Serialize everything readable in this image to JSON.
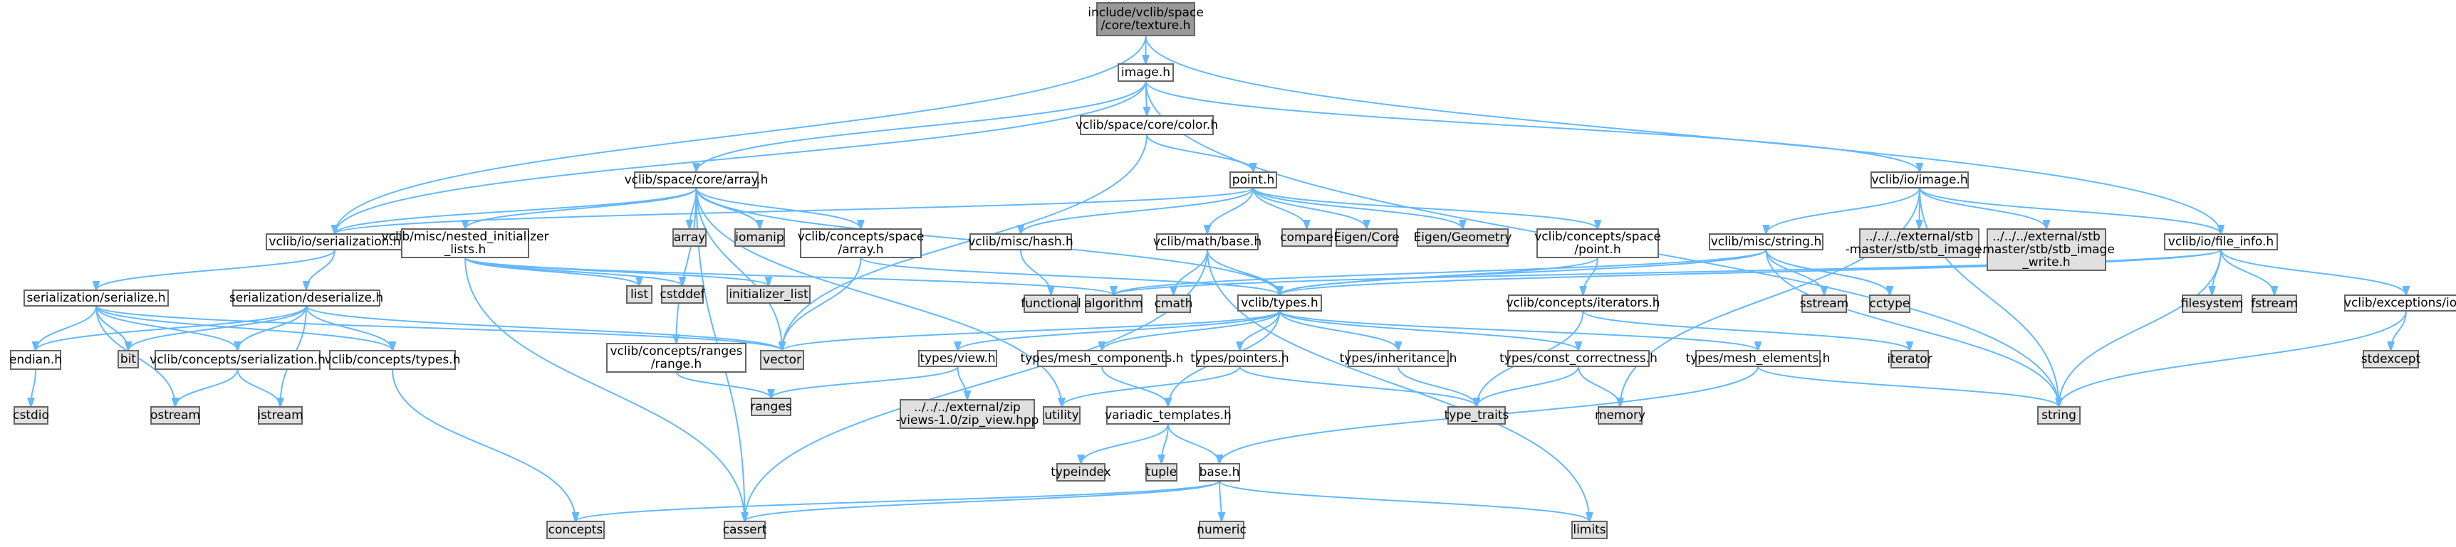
{
  "colors": {
    "edge": "#63b8ff",
    "node_border": "#666666",
    "node_fill": "#ffffff",
    "external_fill": "#e0e0e0",
    "root_fill": "#999999"
  },
  "nodes": [
    {
      "id": "texture",
      "lines": [
        "include/vclib/space",
        "/core/texture.h"
      ],
      "kind": "root"
    },
    {
      "id": "image_h",
      "lines": [
        "image.h"
      ],
      "kind": "doc"
    },
    {
      "id": "color_h",
      "lines": [
        "vclib/space/core/color.h"
      ],
      "kind": "doc"
    },
    {
      "id": "array_h",
      "lines": [
        "vclib/space/core/array.h"
      ],
      "kind": "doc"
    },
    {
      "id": "point_h",
      "lines": [
        "point.h"
      ],
      "kind": "doc"
    },
    {
      "id": "io_image",
      "lines": [
        "vclib/io/image.h"
      ],
      "kind": "doc"
    },
    {
      "id": "io_serial",
      "lines": [
        "vclib/io/serialization.h"
      ],
      "kind": "doc"
    },
    {
      "id": "nested",
      "lines": [
        "vclib/misc/nested_initializer",
        "_lists.h"
      ],
      "kind": "doc"
    },
    {
      "id": "ext_array",
      "lines": [
        "array"
      ],
      "kind": "ext"
    },
    {
      "id": "ext_iomanip",
      "lines": [
        "iomanip"
      ],
      "kind": "ext"
    },
    {
      "id": "conc_sparray",
      "lines": [
        "vclib/concepts/space",
        "/array.h"
      ],
      "kind": "doc"
    },
    {
      "id": "misc_hash",
      "lines": [
        "vclib/misc/hash.h"
      ],
      "kind": "doc"
    },
    {
      "id": "math_base",
      "lines": [
        "vclib/math/base.h"
      ],
      "kind": "doc"
    },
    {
      "id": "ext_compare",
      "lines": [
        "compare"
      ],
      "kind": "ext"
    },
    {
      "id": "ext_eigencore",
      "lines": [
        "Eigen/Core"
      ],
      "kind": "ext"
    },
    {
      "id": "ext_eigengeom",
      "lines": [
        "Eigen/Geometry"
      ],
      "kind": "ext"
    },
    {
      "id": "conc_sppoint",
      "lines": [
        "vclib/concepts/space",
        "/point.h"
      ],
      "kind": "doc"
    },
    {
      "id": "misc_string",
      "lines": [
        "vclib/misc/string.h"
      ],
      "kind": "doc"
    },
    {
      "id": "ext_stbimg",
      "lines": [
        "../../../external/stb",
        "-master/stb/stb_image.h"
      ],
      "kind": "ext"
    },
    {
      "id": "ext_stbwrite",
      "lines": [
        "../../../external/stb",
        "-master/stb/stb_image",
        "_write.h"
      ],
      "kind": "ext"
    },
    {
      "id": "io_fileinfo",
      "lines": [
        "vclib/io/file_info.h"
      ],
      "kind": "doc"
    },
    {
      "id": "ser_serialize",
      "lines": [
        "serialization/serialize.h"
      ],
      "kind": "doc"
    },
    {
      "id": "ser_deserialize",
      "lines": [
        "serialization/deserialize.h"
      ],
      "kind": "doc"
    },
    {
      "id": "ext_list",
      "lines": [
        "list"
      ],
      "kind": "ext"
    },
    {
      "id": "ext_cstddef",
      "lines": [
        "cstddef"
      ],
      "kind": "ext"
    },
    {
      "id": "ext_initlist",
      "lines": [
        "initializer_list"
      ],
      "kind": "ext"
    },
    {
      "id": "ext_functional",
      "lines": [
        "functional"
      ],
      "kind": "ext"
    },
    {
      "id": "ext_algorithm",
      "lines": [
        "algorithm"
      ],
      "kind": "ext"
    },
    {
      "id": "ext_cmath",
      "lines": [
        "cmath"
      ],
      "kind": "ext"
    },
    {
      "id": "vclib_types",
      "lines": [
        "vclib/types.h"
      ],
      "kind": "doc"
    },
    {
      "id": "conc_iterators",
      "lines": [
        "vclib/concepts/iterators.h"
      ],
      "kind": "doc"
    },
    {
      "id": "ext_sstream",
      "lines": [
        "sstream"
      ],
      "kind": "ext"
    },
    {
      "id": "ext_cctype",
      "lines": [
        "cctype"
      ],
      "kind": "ext"
    },
    {
      "id": "ext_filesystem",
      "lines": [
        "filesystem"
      ],
      "kind": "ext"
    },
    {
      "id": "ext_fstream",
      "lines": [
        "fstream"
      ],
      "kind": "ext"
    },
    {
      "id": "exc_io",
      "lines": [
        "vclib/exceptions/io.h"
      ],
      "kind": "doc"
    },
    {
      "id": "ext_stdexcept",
      "lines": [
        "stdexcept"
      ],
      "kind": "ext"
    },
    {
      "id": "endian_h",
      "lines": [
        "endian.h"
      ],
      "kind": "doc"
    },
    {
      "id": "ext_cstdio",
      "lines": [
        "cstdio"
      ],
      "kind": "ext"
    },
    {
      "id": "ext_bit",
      "lines": [
        "bit"
      ],
      "kind": "ext"
    },
    {
      "id": "conc_serial",
      "lines": [
        "vclib/concepts/serialization.h"
      ],
      "kind": "doc"
    },
    {
      "id": "conc_types",
      "lines": [
        "vclib/concepts/types.h"
      ],
      "kind": "doc"
    },
    {
      "id": "ext_ostream",
      "lines": [
        "ostream"
      ],
      "kind": "ext"
    },
    {
      "id": "ext_istream",
      "lines": [
        "istream"
      ],
      "kind": "ext"
    },
    {
      "id": "ext_vector",
      "lines": [
        "vector"
      ],
      "kind": "ext"
    },
    {
      "id": "conc_range",
      "lines": [
        "vclib/concepts/ranges",
        "/range.h"
      ],
      "kind": "doc"
    },
    {
      "id": "ext_ranges",
      "lines": [
        "ranges"
      ],
      "kind": "ext"
    },
    {
      "id": "types_view",
      "lines": [
        "types/view.h"
      ],
      "kind": "doc"
    },
    {
      "id": "ext_zipview",
      "lines": [
        "../../../external/zip",
        "-views-1.0/zip_view.hpp"
      ],
      "kind": "ext"
    },
    {
      "id": "types_meshcomp",
      "lines": [
        "types/mesh_components.h"
      ],
      "kind": "doc"
    },
    {
      "id": "types_pointers",
      "lines": [
        "types/pointers.h"
      ],
      "kind": "doc"
    },
    {
      "id": "types_inherit",
      "lines": [
        "types/inheritance.h"
      ],
      "kind": "doc"
    },
    {
      "id": "types_constcorr",
      "lines": [
        "types/const_correctness.h"
      ],
      "kind": "doc"
    },
    {
      "id": "types_meshelem",
      "lines": [
        "types/mesh_elements.h"
      ],
      "kind": "doc"
    },
    {
      "id": "ext_iterator",
      "lines": [
        "iterator"
      ],
      "kind": "ext"
    },
    {
      "id": "ext_utility",
      "lines": [
        "utility"
      ],
      "kind": "ext"
    },
    {
      "id": "var_templates",
      "lines": [
        "variadic_templates.h"
      ],
      "kind": "doc"
    },
    {
      "id": "ext_typetraits",
      "lines": [
        "type_traits"
      ],
      "kind": "ext"
    },
    {
      "id": "ext_memory",
      "lines": [
        "memory"
      ],
      "kind": "ext"
    },
    {
      "id": "ext_string",
      "lines": [
        "string"
      ],
      "kind": "ext"
    },
    {
      "id": "ext_typeindex",
      "lines": [
        "typeindex"
      ],
      "kind": "ext"
    },
    {
      "id": "ext_tuple",
      "lines": [
        "tuple"
      ],
      "kind": "ext"
    },
    {
      "id": "base_h",
      "lines": [
        "base.h"
      ],
      "kind": "doc"
    },
    {
      "id": "ext_concepts",
      "lines": [
        "concepts"
      ],
      "kind": "ext"
    },
    {
      "id": "ext_cassert",
      "lines": [
        "cassert"
      ],
      "kind": "ext"
    },
    {
      "id": "ext_numeric",
      "lines": [
        "numeric"
      ],
      "kind": "ext"
    },
    {
      "id": "ext_limits",
      "lines": [
        "limits"
      ],
      "kind": "ext"
    }
  ],
  "edges": [
    [
      "texture",
      "image_h"
    ],
    [
      "texture",
      "io_serial"
    ],
    [
      "texture",
      "io_fileinfo"
    ],
    [
      "image_h",
      "color_h"
    ],
    [
      "image_h",
      "array_h"
    ],
    [
      "image_h",
      "io_image"
    ],
    [
      "image_h",
      "io_serial"
    ],
    [
      "image_h",
      "ext_string"
    ],
    [
      "color_h",
      "point_h"
    ],
    [
      "color_h",
      "ext_vector"
    ],
    [
      "array_h",
      "io_serial"
    ],
    [
      "array_h",
      "nested"
    ],
    [
      "array_h",
      "ext_array"
    ],
    [
      "array_h",
      "ext_iomanip"
    ],
    [
      "array_h",
      "conc_sparray"
    ],
    [
      "array_h",
      "conc_range"
    ],
    [
      "array_h",
      "vclib_types"
    ],
    [
      "array_h",
      "ext_vector"
    ],
    [
      "array_h",
      "ext_cassert"
    ],
    [
      "array_h",
      "ext_utility"
    ],
    [
      "point_h",
      "io_serial"
    ],
    [
      "point_h",
      "misc_hash"
    ],
    [
      "point_h",
      "math_base"
    ],
    [
      "point_h",
      "ext_compare"
    ],
    [
      "point_h",
      "ext_eigencore"
    ],
    [
      "point_h",
      "ext_eigengeom"
    ],
    [
      "point_h",
      "conc_sppoint"
    ],
    [
      "io_image",
      "misc_string"
    ],
    [
      "io_image",
      "ext_stbimg"
    ],
    [
      "io_image",
      "ext_stbwrite"
    ],
    [
      "io_image",
      "io_fileinfo"
    ],
    [
      "io_image",
      "ext_memory"
    ],
    [
      "io_image",
      "ext_string"
    ],
    [
      "io_serial",
      "ser_serialize"
    ],
    [
      "io_serial",
      "ser_deserialize"
    ],
    [
      "nested",
      "ext_list"
    ],
    [
      "nested",
      "ext_cstddef"
    ],
    [
      "nested",
      "ext_initlist"
    ],
    [
      "nested",
      "ext_algorithm"
    ],
    [
      "nested",
      "ext_cassert"
    ],
    [
      "conc_sparray",
      "vclib_types"
    ],
    [
      "conc_sparray",
      "ext_vector"
    ],
    [
      "misc_hash",
      "ext_functional"
    ],
    [
      "math_base",
      "vclib_types"
    ],
    [
      "math_base",
      "ext_cmath"
    ],
    [
      "math_base",
      "ext_cassert"
    ],
    [
      "math_base",
      "ext_limits"
    ],
    [
      "conc_sppoint",
      "vclib_types"
    ],
    [
      "conc_sppoint",
      "conc_iterators"
    ],
    [
      "misc_string",
      "vclib_types"
    ],
    [
      "misc_string",
      "ext_sstream"
    ],
    [
      "misc_string",
      "ext_cctype"
    ],
    [
      "misc_string",
      "ext_algorithm"
    ],
    [
      "misc_string",
      "ext_string"
    ],
    [
      "io_fileinfo",
      "vclib_types"
    ],
    [
      "io_fileinfo",
      "ext_filesystem"
    ],
    [
      "io_fileinfo",
      "ext_fstream"
    ],
    [
      "io_fileinfo",
      "exc_io"
    ],
    [
      "io_fileinfo",
      "ext_string"
    ],
    [
      "io_fileinfo",
      "ext_algorithm"
    ],
    [
      "exc_io",
      "ext_stdexcept"
    ],
    [
      "exc_io",
      "ext_string"
    ],
    [
      "ser_serialize",
      "endian_h"
    ],
    [
      "ser_serialize",
      "ext_bit"
    ],
    [
      "ser_serialize",
      "conc_serial"
    ],
    [
      "ser_serialize",
      "conc_types"
    ],
    [
      "ser_serialize",
      "ext_ostream"
    ],
    [
      "ser_serialize",
      "ext_vector"
    ],
    [
      "ser_deserialize",
      "endian_h"
    ],
    [
      "ser_deserialize",
      "ext_bit"
    ],
    [
      "ser_deserialize",
      "conc_serial"
    ],
    [
      "ser_deserialize",
      "conc_types"
    ],
    [
      "ser_deserialize",
      "ext_istream"
    ],
    [
      "ser_deserialize",
      "ext_vector"
    ],
    [
      "endian_h",
      "ext_cstdio"
    ],
    [
      "conc_serial",
      "ext_ostream"
    ],
    [
      "conc_serial",
      "ext_istream"
    ],
    [
      "conc_types",
      "ext_concepts"
    ],
    [
      "conc_range",
      "ext_ranges"
    ],
    [
      "conc_iterators",
      "ext_iterator"
    ],
    [
      "conc_iterators",
      "ext_typetraits"
    ],
    [
      "vclib_types",
      "ext_vector"
    ],
    [
      "vclib_types",
      "types_view"
    ],
    [
      "vclib_types",
      "types_meshcomp"
    ],
    [
      "vclib_types",
      "types_pointers"
    ],
    [
      "vclib_types",
      "types_inherit"
    ],
    [
      "vclib_types",
      "types_constcorr"
    ],
    [
      "vclib_types",
      "types_meshelem"
    ],
    [
      "vclib_types",
      "var_templates"
    ],
    [
      "types_view",
      "ext_ranges"
    ],
    [
      "types_view",
      "ext_zipview"
    ],
    [
      "types_meshcomp",
      "var_templates"
    ],
    [
      "types_pointers",
      "ext_typetraits"
    ],
    [
      "types_pointers",
      "ext_utility"
    ],
    [
      "types_inherit",
      "ext_typetraits"
    ],
    [
      "types_constcorr",
      "ext_typetraits"
    ],
    [
      "types_constcorr",
      "ext_memory"
    ],
    [
      "types_meshelem",
      "base_h"
    ],
    [
      "types_meshelem",
      "ext_string"
    ],
    [
      "var_templates",
      "ext_typeindex"
    ],
    [
      "var_templates",
      "ext_tuple"
    ],
    [
      "var_templates",
      "base_h"
    ],
    [
      "base_h",
      "ext_concepts"
    ],
    [
      "base_h",
      "ext_cassert"
    ],
    [
      "base_h",
      "ext_numeric"
    ],
    [
      "base_h",
      "ext_limits"
    ]
  ]
}
